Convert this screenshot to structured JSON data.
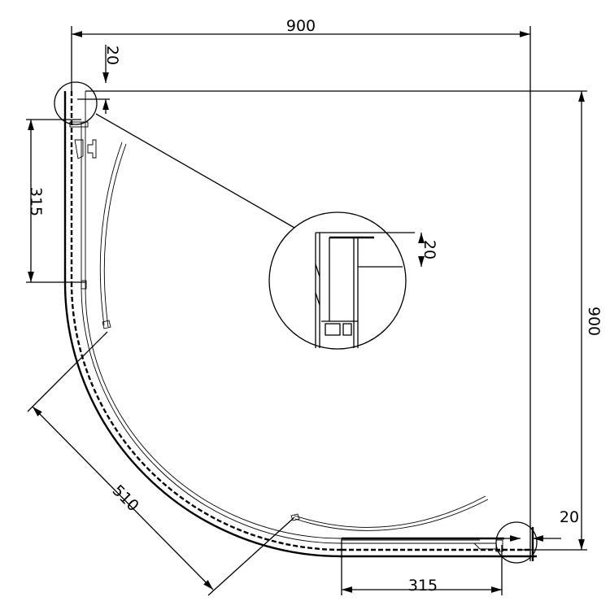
{
  "dimensions": {
    "top_width": "900",
    "right_height": "900",
    "top_offset": "20",
    "right_offset": "20",
    "left_fixed_panel": "315",
    "bottom_fixed_panel": "315",
    "door_opening": "510",
    "detail_offset": "20"
  },
  "colors": {
    "line": "#000000",
    "background": "#ffffff"
  }
}
